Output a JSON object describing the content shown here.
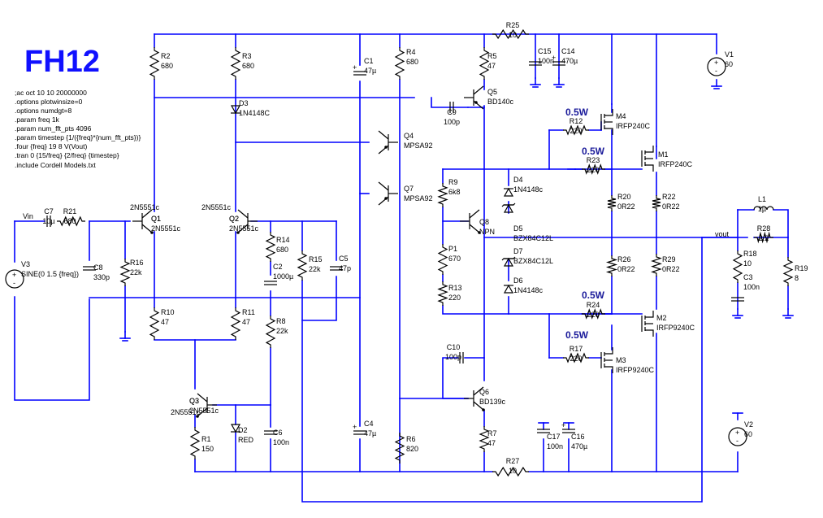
{
  "title": "FH12",
  "directives": [
    ";ac oct 10 10 20000000",
    ".options plotwinsize=0",
    ".options numdgt=8",
    ".param freq 1k",
    ".param num_fft_pts 4096",
    ".param timestep {1/({freq}*{num_fft_pts})}",
    ".four {freq} 19 8 V(Vout)",
    ".tran 0 {15/freq} {2/freq} {timestep}",
    ".include Cordell Models.txt"
  ],
  "power_annotations": [
    "0.5W",
    "0.5W",
    "0.5W",
    "0.5W"
  ],
  "nets": {
    "vin": "Vin",
    "vout": "vout"
  },
  "components": {
    "R2": [
      "R2",
      "680"
    ],
    "R3": [
      "R3",
      "680"
    ],
    "D3": [
      "D3",
      "1N4148C"
    ],
    "C1": [
      "C1",
      "47µ"
    ],
    "R4": [
      "R4",
      "680"
    ],
    "R5": [
      "R5",
      "47"
    ],
    "Q5": [
      "Q5",
      "BD140c"
    ],
    "R25": [
      "R25",
      "10"
    ],
    "C15": [
      "C15",
      "100n"
    ],
    "C14": [
      "C14",
      "470µ"
    ],
    "V1": [
      "V1",
      "60"
    ],
    "C9": [
      "C9",
      "100p"
    ],
    "M4": [
      "M4",
      "IRFP240C"
    ],
    "R12": [
      "R12",
      "220"
    ],
    "M1": [
      "M1",
      "IRFP240C"
    ],
    "R23": [
      "R23",
      "220"
    ],
    "Q4": [
      "Q4",
      "MPSA92"
    ],
    "R9": [
      "R9",
      "6k8"
    ],
    "D4": [
      "D4",
      "1N4148c"
    ],
    "Q7": [
      "Q7",
      "MPSA92"
    ],
    "R20": [
      "R20",
      "0R22"
    ],
    "R22": [
      "R22",
      "0R22"
    ],
    "L1": [
      "L1",
      "1µ"
    ],
    "R28": [
      "R28",
      "2.2"
    ],
    "Q1": [
      "Q1",
      "2N5551c"
    ],
    "Q2": [
      "Q2",
      "2N5551c"
    ],
    "Q8": [
      "Q8",
      "NPN"
    ],
    "D5": [
      "D5",
      "BZX84C12L"
    ],
    "D7": [
      "D7",
      "BZX84C12L"
    ],
    "R18": [
      "R18",
      "10"
    ],
    "C3": [
      "C3",
      "100n"
    ],
    "R19": [
      "R19",
      "8"
    ],
    "C7": [
      "C7",
      "10µ"
    ],
    "R21": [
      "R21",
      "680"
    ],
    "V3": [
      "V3",
      "SINE(0 1.5 {freq})"
    ],
    "C8": [
      "C8",
      "330p"
    ],
    "R16": [
      "R16",
      "22k"
    ],
    "R14": [
      "R14",
      "680"
    ],
    "C2": [
      "C2",
      "1000µ"
    ],
    "R15": [
      "R15",
      "22k"
    ],
    "C5": [
      "C5",
      "47p"
    ],
    "P1": [
      "P1",
      "670"
    ],
    "R13": [
      "R13",
      "220"
    ],
    "D6": [
      "D6",
      "1N4148c"
    ],
    "R26": [
      "R26",
      "0R22"
    ],
    "R29": [
      "R29",
      "0R22"
    ],
    "R10": [
      "R10",
      "47"
    ],
    "R11": [
      "R11",
      "47"
    ],
    "R8": [
      "R8",
      "22k"
    ],
    "R24": [
      "R24",
      "220"
    ],
    "M2": [
      "M2",
      "IRFP9240C"
    ],
    "C10": [
      "C10",
      "100p"
    ],
    "R17": [
      "R17",
      "220"
    ],
    "M3": [
      "M3",
      "IRFP9240C"
    ],
    "Q6": [
      "Q6",
      "BD139c"
    ],
    "Q3": [
      "Q3",
      "2N5551c"
    ],
    "D2": [
      "D2",
      "RED"
    ],
    "R1": [
      "R1",
      "150"
    ],
    "C6": [
      "C6",
      "100n"
    ],
    "C4": [
      "C4",
      "47µ"
    ],
    "R6": [
      "R6",
      "820"
    ],
    "R7": [
      "R7",
      "47"
    ],
    "C17": [
      "C17",
      "100n"
    ],
    "C16": [
      "C16",
      "470µ"
    ],
    "V2": [
      "V2",
      "60"
    ],
    "R27": [
      "R27",
      "10"
    ]
  }
}
